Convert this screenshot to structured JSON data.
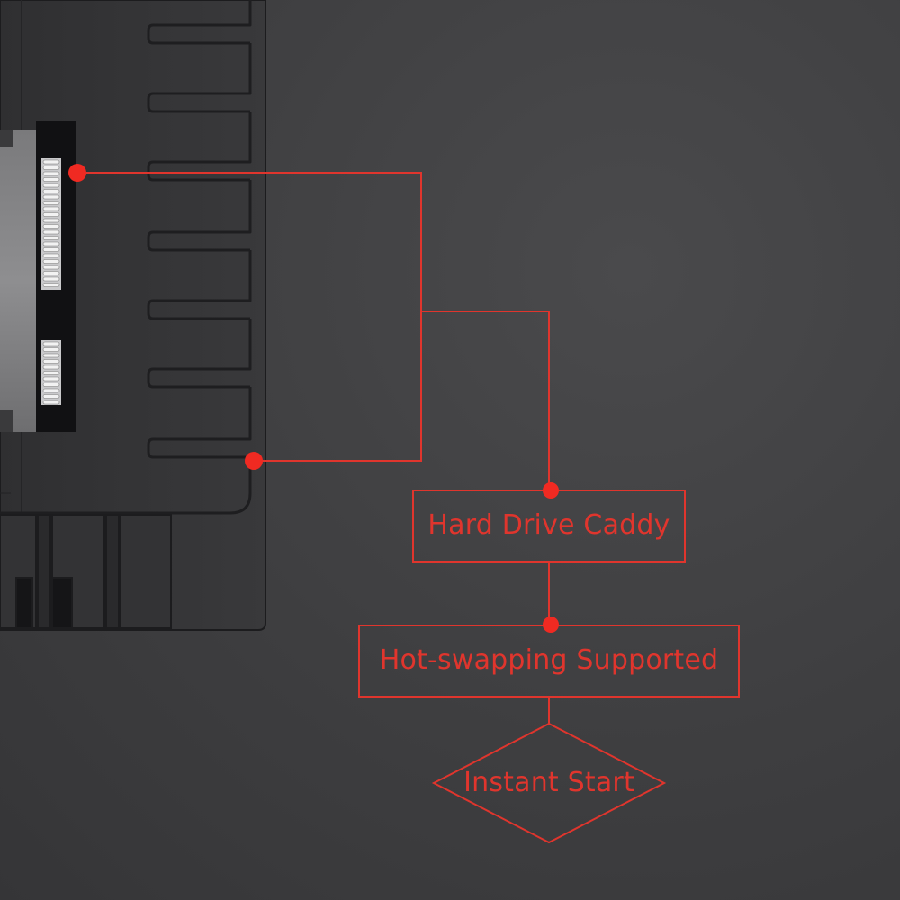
{
  "diagram": {
    "accent_color": "#e0352d",
    "nodes": [
      {
        "id": "caddy",
        "shape": "rectangle",
        "label": "Hard Drive Caddy"
      },
      {
        "id": "hotswap",
        "shape": "rectangle",
        "label": "Hot-swapping Supported"
      },
      {
        "id": "instant",
        "shape": "diamond",
        "label": "Instant Start"
      }
    ],
    "edges": [
      {
        "from": "sata-connector",
        "to": "caddy"
      },
      {
        "from": "heatsink-bottom",
        "to": "caddy"
      },
      {
        "from": "caddy",
        "to": "hotswap"
      },
      {
        "from": "hotswap",
        "to": "instant"
      }
    ]
  }
}
